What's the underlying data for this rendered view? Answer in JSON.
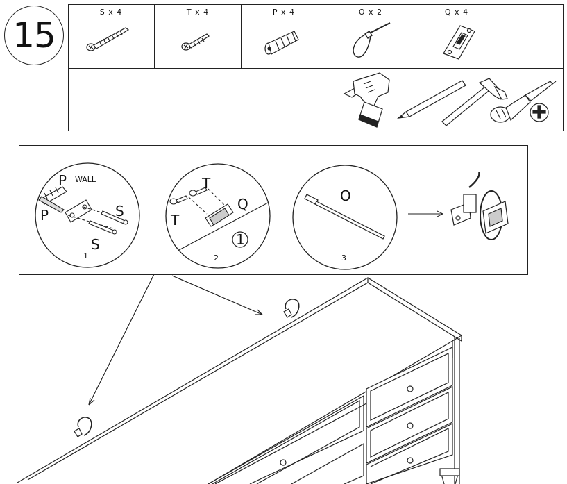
{
  "step": {
    "number": "15"
  },
  "parts": [
    {
      "letter": "S",
      "label": "S x 4",
      "icon": "wood-screw-icon"
    },
    {
      "letter": "T",
      "label": "T x 4",
      "icon": "short-screw-icon"
    },
    {
      "letter": "P",
      "label": "P x 4",
      "icon": "wall-plug-icon"
    },
    {
      "letter": "O",
      "label": "O x 2",
      "icon": "cable-tie-icon"
    },
    {
      "letter": "Q",
      "label": "Q x 4",
      "icon": "bracket-icon"
    }
  ],
  "tools": [
    "drill-icon",
    "pencil-icon",
    "hammer-icon",
    "screwdriver-icon",
    "phillips-head-icon"
  ],
  "details": [
    {
      "number": "1",
      "labels": [
        "P",
        "WALL",
        "P",
        "S",
        "S"
      ]
    },
    {
      "number": "2",
      "labels": [
        "T",
        "Q",
        "T"
      ],
      "ref": "1"
    },
    {
      "number": "3",
      "labels": [
        "O"
      ]
    }
  ]
}
